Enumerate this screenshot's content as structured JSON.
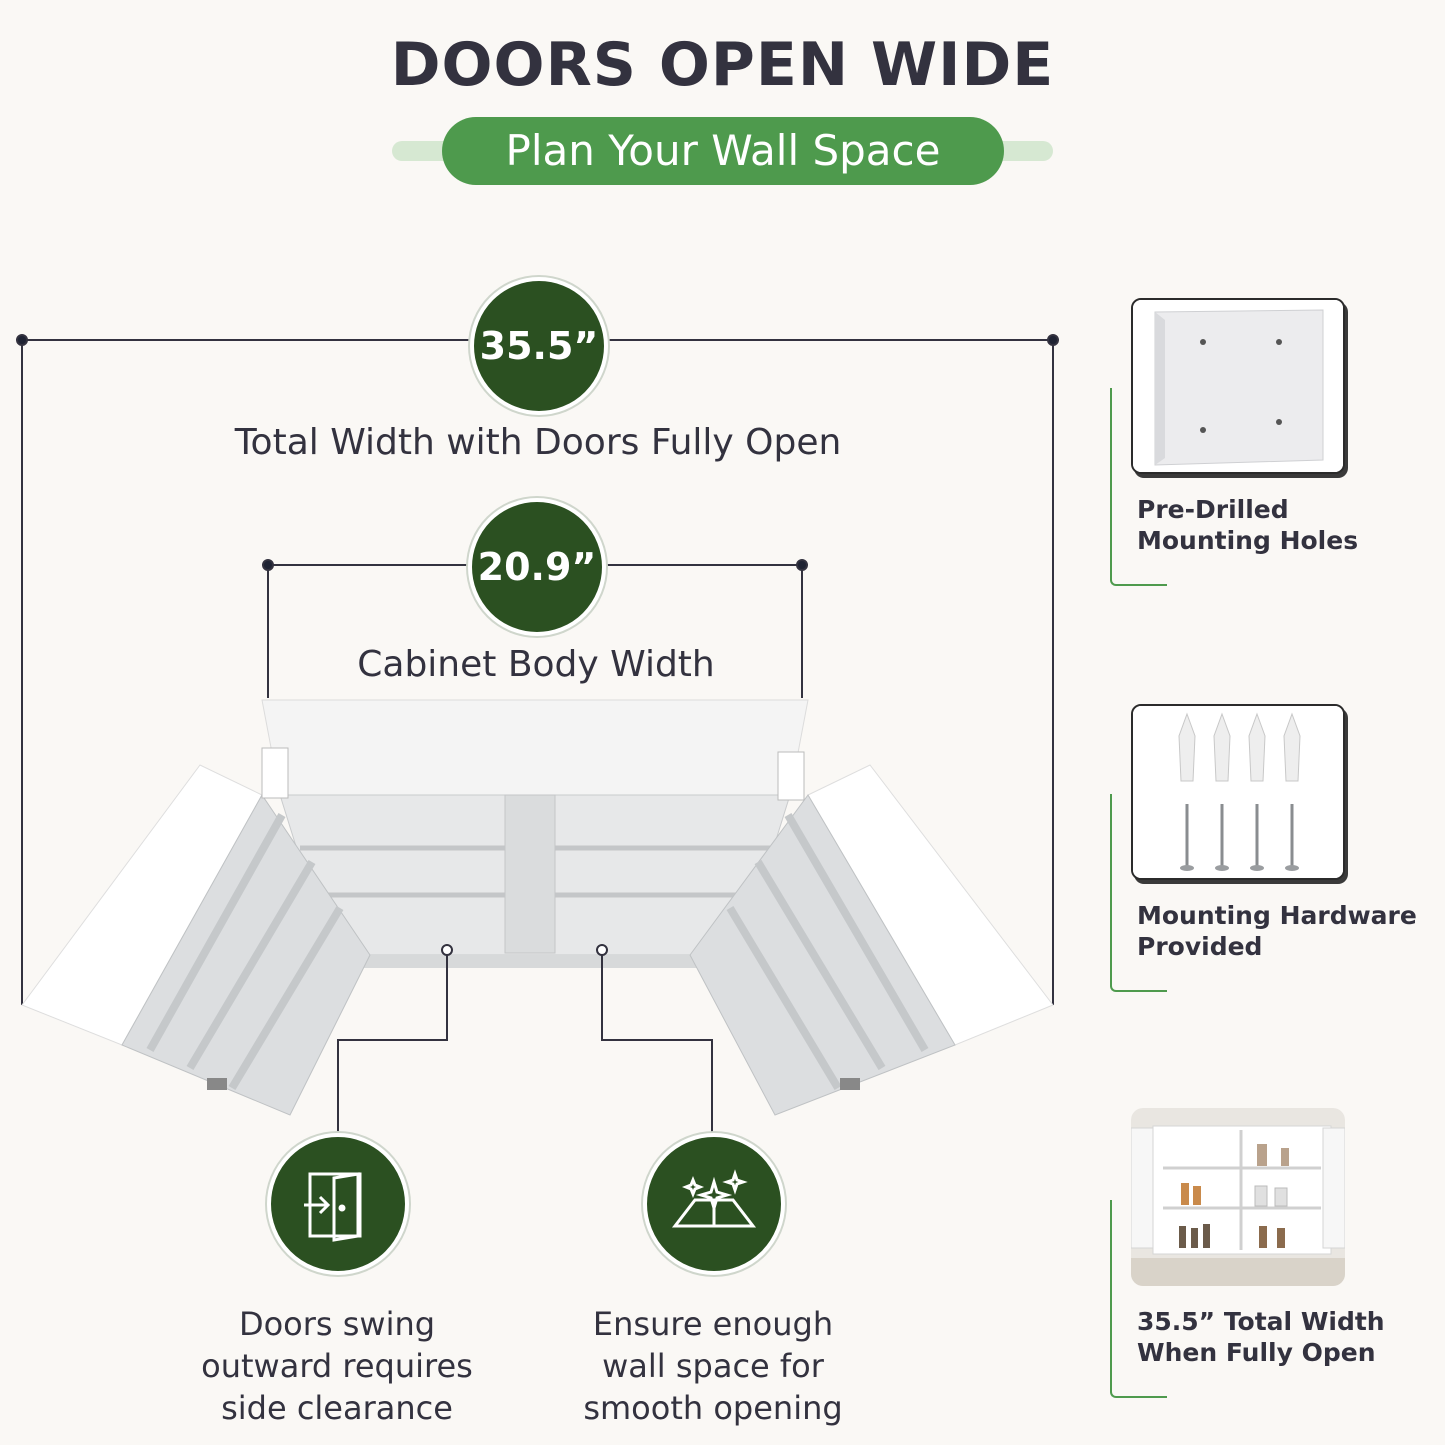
{
  "header": {
    "title": "DOORS OPEN WIDE",
    "subtitle": "Plan Your Wall Space"
  },
  "dimensions": {
    "total": {
      "value": "35.5”",
      "label": "Total Width with Doors Fully Open"
    },
    "body": {
      "value": "20.9”",
      "label": "Cabinet Body Width"
    }
  },
  "features": [
    {
      "icon": "door-exit-icon",
      "text_lines": [
        "Doors swing",
        "outward requires",
        "side clearance"
      ]
    },
    {
      "icon": "sparkle-surface-icon",
      "text_lines": [
        "Ensure enough",
        "wall space for",
        "smooth opening"
      ]
    }
  ],
  "side_panels": [
    {
      "image": "cabinet-back-photo",
      "label_lines": [
        "Pre-Drilled",
        "Mounting Holes"
      ]
    },
    {
      "image": "anchors-and-screws-photo",
      "label_lines": [
        "Mounting Hardware",
        "Provided"
      ]
    },
    {
      "image": "installed-cabinet-photo",
      "label_lines": [
        "35.5” Total Width",
        "When Fully Open"
      ]
    }
  ],
  "colors": {
    "dark_green": "#2b5021",
    "accent_green": "#4e9a4d",
    "text": "#33323f",
    "background": "#faf8f5"
  }
}
